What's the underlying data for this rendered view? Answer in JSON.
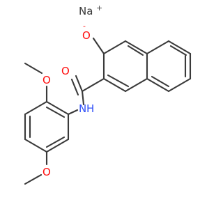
{
  "structure": {
    "atoms": {
      "sodium": "Na",
      "sodium_charge": "+",
      "oxide": "O",
      "oxide_charge": "-",
      "carbonyl_oxygen": "O",
      "amide_n": "N",
      "amide_h": "H",
      "methoxy_top_o": "O",
      "methoxy_bottom_o": "O"
    },
    "colors": {
      "bond": "#3a3a3a",
      "oxygen": "#ff0d0d",
      "nitrogen": "#3050f8",
      "sodium": "#3a3a3a"
    }
  }
}
